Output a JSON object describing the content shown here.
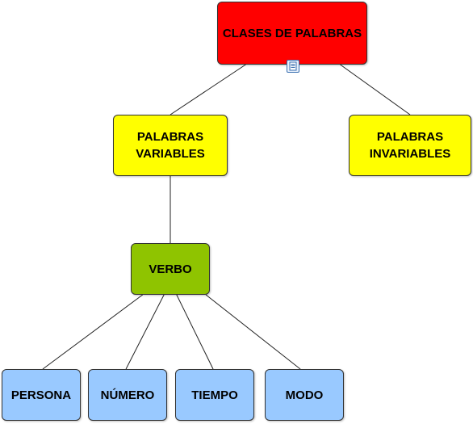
{
  "colors": {
    "root": "#ff0000",
    "level1": "#ffff00",
    "verb": "#8fc400",
    "leaf": "#99c9ff",
    "connector": "#222222"
  },
  "nodes": [
    {
      "id": "root",
      "label": "CLASES DE PALABRAS",
      "color_key": "root"
    },
    {
      "id": "variables",
      "label": "PALABRAS\nVARIABLES",
      "color_key": "level1"
    },
    {
      "id": "invariables",
      "label": "PALABRAS\nINVARIABLES",
      "color_key": "level1"
    },
    {
      "id": "verbo",
      "label": "VERBO",
      "color_key": "verb"
    },
    {
      "id": "persona",
      "label": "PERSONA",
      "color_key": "leaf"
    },
    {
      "id": "numero",
      "label": "NÚMERO",
      "color_key": "leaf"
    },
    {
      "id": "tiempo",
      "label": "TIEMPO",
      "color_key": "leaf"
    },
    {
      "id": "modo",
      "label": "MODO",
      "color_key": "leaf"
    }
  ],
  "edges": [
    [
      "root",
      "variables"
    ],
    [
      "root",
      "invariables"
    ],
    [
      "variables",
      "verbo"
    ],
    [
      "verbo",
      "persona"
    ],
    [
      "verbo",
      "numero"
    ],
    [
      "verbo",
      "tiempo"
    ],
    [
      "verbo",
      "modo"
    ]
  ],
  "icons": {
    "note": "note-icon"
  }
}
